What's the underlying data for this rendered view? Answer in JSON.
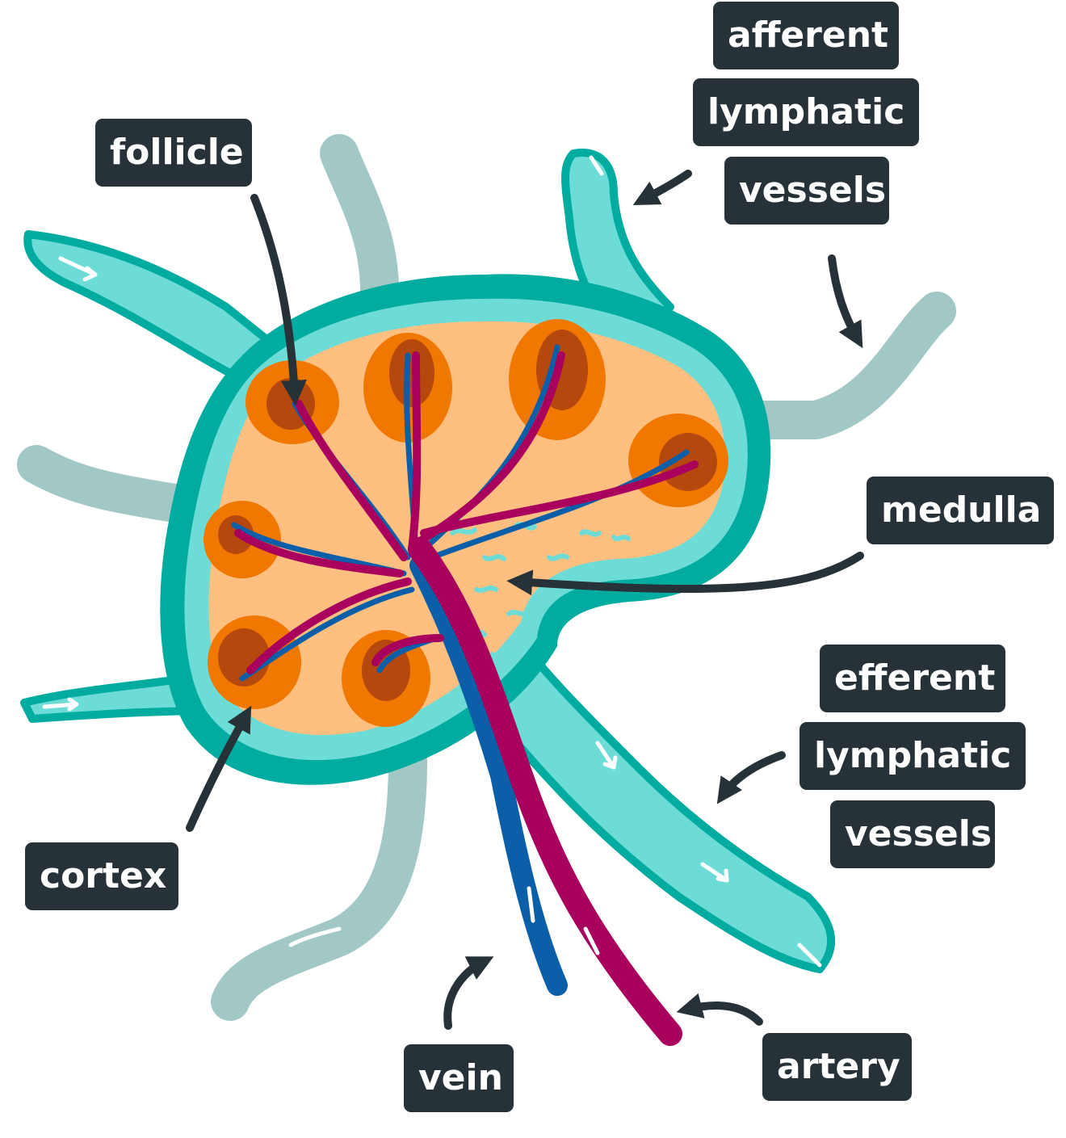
{
  "labels": {
    "afferent_line1": "afferent",
    "afferent_line2": "lymphatic",
    "afferent_line3": "vessels",
    "follicle": "follicle",
    "medulla": "medulla",
    "efferent_line1": "efferent",
    "efferent_line2": "lymphatic",
    "efferent_line3": "vessels",
    "cortex": "cortex",
    "vein": "vein",
    "artery": "artery"
  },
  "colors": {
    "capsule": "#00aba0",
    "sinus": "#6ddcd6",
    "peripheral_vessel": "#a2c8c6",
    "cortex_fill": "#ffbf80",
    "follicle_outer": "#f07800",
    "follicle_center": "#b5480c",
    "artery": "#a8005c",
    "vein": "#0b5ea8",
    "label_bg": "#263238",
    "label_text": "#ffffff"
  }
}
